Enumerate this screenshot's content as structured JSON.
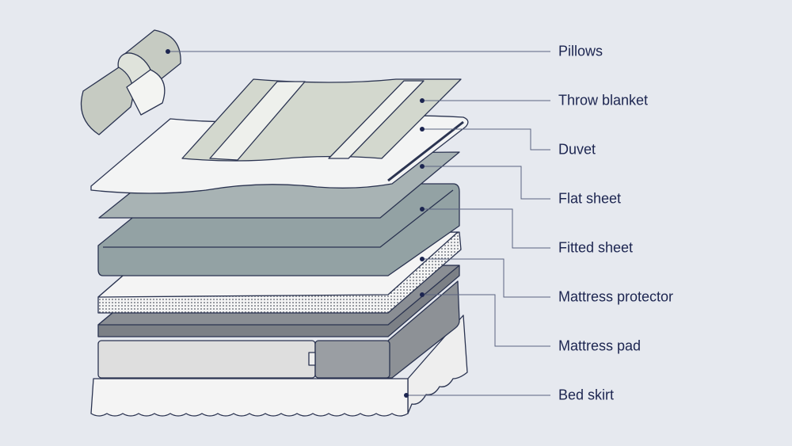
{
  "labels": {
    "pillows": "Pillows",
    "throw_blanket": "Throw blanket",
    "duvet": "Duvet",
    "flat_sheet": "Flat sheet",
    "fitted_sheet": "Fitted sheet",
    "mattress_protector": "Mattress protector",
    "mattress_pad": "Mattress pad",
    "bed_skirt": "Bed skirt"
  },
  "colors": {
    "background": "#e6e9ef",
    "outline": "#2a3350",
    "leader": "#5a6380",
    "dot": "#1c2550",
    "label_text": "#1c2550"
  }
}
